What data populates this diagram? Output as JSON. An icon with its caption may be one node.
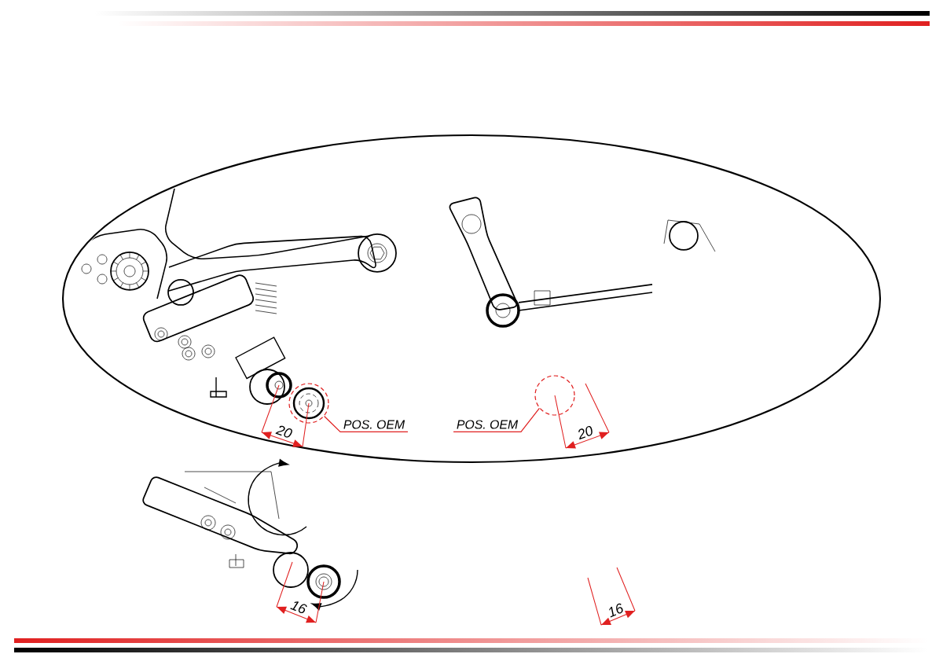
{
  "diagram": {
    "nodes": [
      {
        "text": [
          "POS. OEM"
        ]
      },
      {
        "text": [],
        "shape": "circle"
      },
      {
        "text": [
          "POS. OEM"
        ]
      },
      {
        "text": [],
        "shape": "circle"
      }
    ],
    "edges": [
      {
        "from": 0,
        "to": 1,
        "arrow": "none",
        "color": "#e02020"
      },
      {
        "from": 2,
        "to": 3,
        "arrow": "none",
        "color": "#e02020"
      }
    ],
    "labels": [
      "20",
      "20",
      "16",
      "16"
    ]
  }
}
